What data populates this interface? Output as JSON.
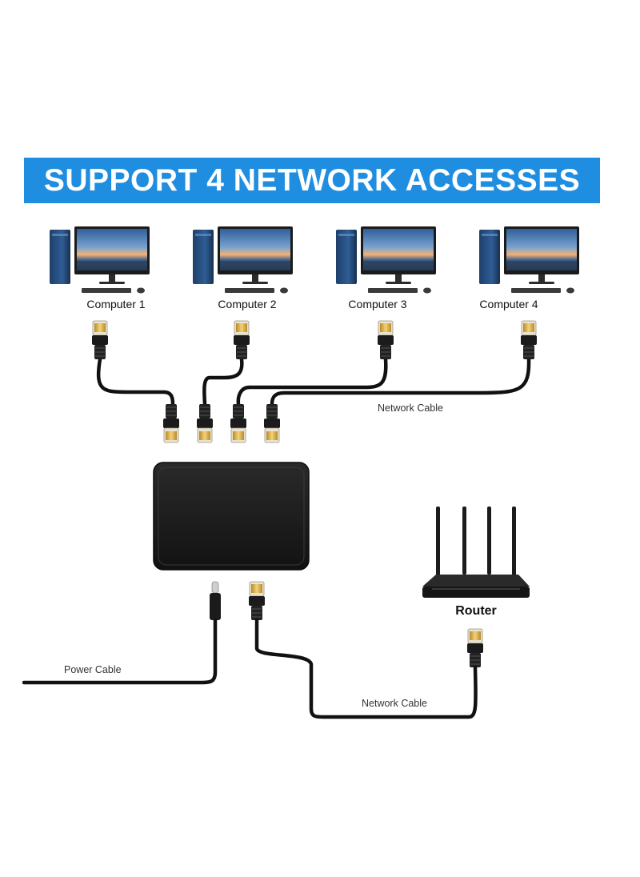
{
  "banner": {
    "title": "SUPPORT 4 NETWORK ACCESSES"
  },
  "computers": [
    {
      "label": "Computer 1"
    },
    {
      "label": "Computer 2"
    },
    {
      "label": "Computer 3"
    },
    {
      "label": "Computer 4"
    }
  ],
  "labels": {
    "network_cable_top": "Network Cable",
    "network_cable_bottom": "Network Cable",
    "power_cable": "Power Cable",
    "router": "Router"
  },
  "colors": {
    "banner": "#1f8ee0",
    "device": "#1b1b1b",
    "cable": "#111111",
    "connector_gold": "#d9b24a",
    "screen_sky": "#4d7fb5",
    "screen_sunset": "#e9a06a"
  },
  "icons": {
    "computer": "desktop-computer-icon",
    "switch": "network-switch-icon",
    "router": "wifi-router-icon",
    "rj45": "rj45-connector-icon",
    "usb_c": "usb-c-plug-icon"
  }
}
